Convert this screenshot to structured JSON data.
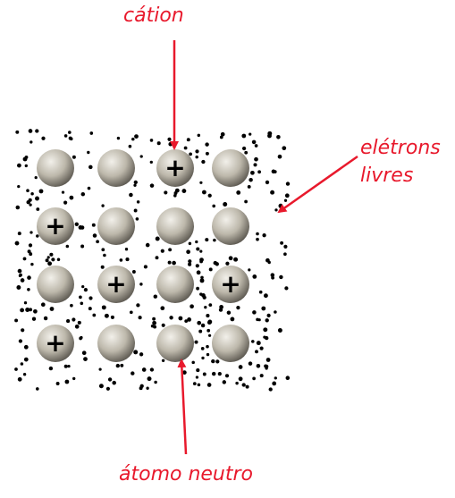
{
  "labels": {
    "cation": "cátion",
    "free_electrons_line1": "elétrons",
    "free_electrons_line2": "livres",
    "neutral_atom": "átomo neutro"
  },
  "lattice": {
    "rows": 4,
    "cols": 4,
    "ion_positions": [
      [
        0,
        2
      ],
      [
        1,
        0
      ],
      [
        2,
        1
      ],
      [
        2,
        3
      ],
      [
        3,
        0
      ]
    ],
    "ion_symbol": "+"
  },
  "colors": {
    "label": "#e8192c",
    "arrow": "#e8192c",
    "electron": "#000000",
    "sphere_light": "#f2f0ea",
    "sphere_mid": "#bdb8ab",
    "sphere_dark": "#5e5a52",
    "ion_sign": "#000000"
  }
}
